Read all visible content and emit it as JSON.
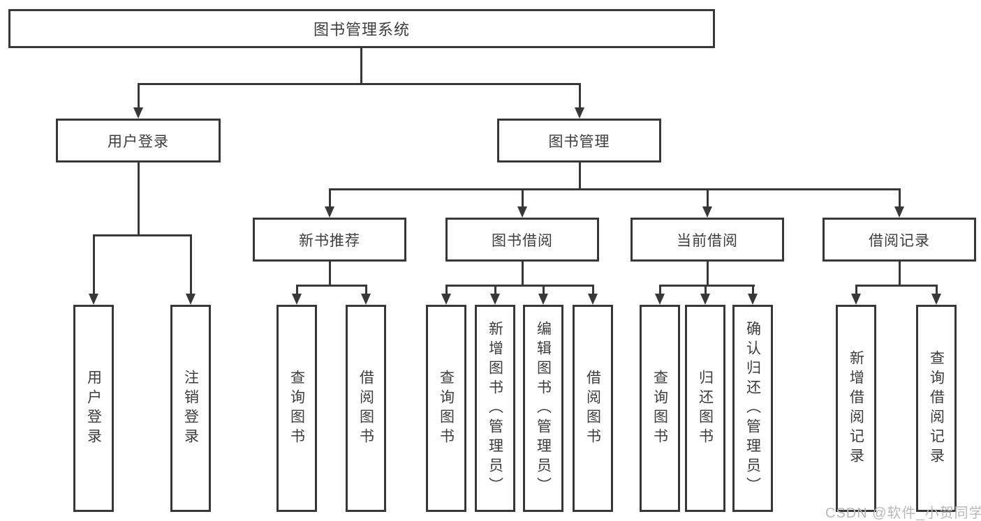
{
  "diagram": {
    "kind": "hierarchy-chart",
    "colors": {
      "background": "#ffffff",
      "line": "#383838",
      "box_border": "#383838",
      "text": "#3d3d3d",
      "watermark": "#b9b9b9"
    }
  },
  "tree": {
    "root": {
      "label": "图书管理系统"
    },
    "branches": [
      {
        "label": "用户登录",
        "children": [
          {
            "label": "用户登录"
          },
          {
            "label": "注销登录"
          }
        ]
      },
      {
        "label": "图书管理",
        "children": [
          {
            "label": "新书推荐",
            "children": [
              {
                "label": "查询图书"
              },
              {
                "label": "借阅图书"
              }
            ]
          },
          {
            "label": "图书借阅",
            "children": [
              {
                "label": "查询图书"
              },
              {
                "label": "新增图书（管理员）"
              },
              {
                "label": "编辑图书（管理员）"
              },
              {
                "label": "借阅图书"
              }
            ]
          },
          {
            "label": "当前借阅",
            "children": [
              {
                "label": "查询图书"
              },
              {
                "label": "归还图书"
              },
              {
                "label": "确认归还（管理员）"
              }
            ]
          },
          {
            "label": "借阅记录",
            "children": [
              {
                "label": "新增借阅记录"
              },
              {
                "label": "查询借阅记录"
              }
            ]
          }
        ]
      }
    ]
  },
  "watermark": {
    "text": "CSDN @软件_小贺同学"
  }
}
